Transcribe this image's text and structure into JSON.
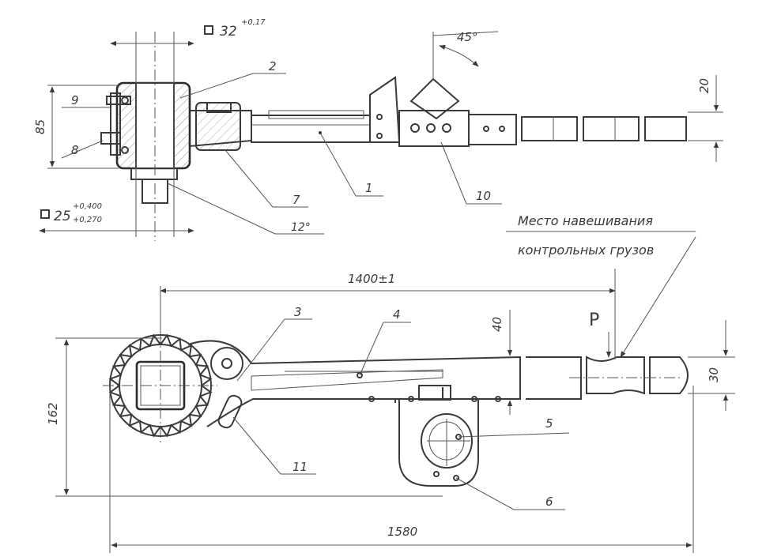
{
  "dimensions": {
    "square_32": "32",
    "square_32_tol": "+0,17",
    "d_85": "85",
    "square_25": "25",
    "square_25_tol_upper": "+0,400",
    "square_25_tol_lower": "+0,270",
    "angle_12": "12°",
    "angle_45": "45°",
    "d_20": "20",
    "length_1400": "1400±1",
    "d_40": "40",
    "d_30": "30",
    "d_162": "162",
    "length_1580": "1580",
    "force_label": "P"
  },
  "callouts": {
    "n1": "1",
    "n2": "2",
    "n3": "3",
    "n4": "4",
    "n5": "5",
    "n6": "6",
    "n7": "7",
    "n8": "8",
    "n9": "9",
    "n10": "10",
    "n11": "11"
  },
  "notes": {
    "load_place_line1": "Место навешивания",
    "load_place_line2": "контрольных грузов"
  }
}
